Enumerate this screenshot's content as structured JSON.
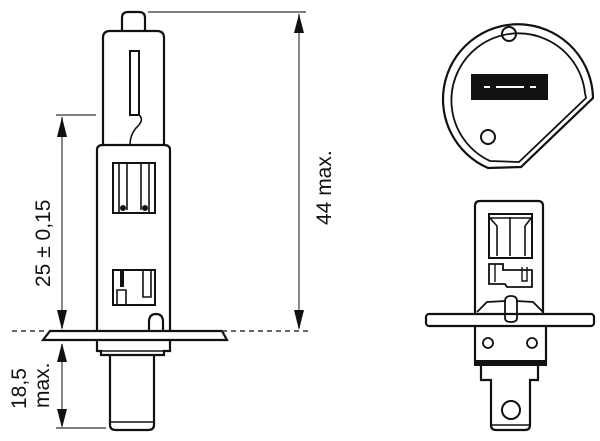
{
  "diagram": {
    "subject": "H1 halogen bulb dimensional drawing",
    "colors": {
      "line": "#111111",
      "dimension_line": "#6a6a6a",
      "background": "#ffffff"
    },
    "dimensions": {
      "light_center": {
        "label": "25 ± 0,15"
      },
      "overall_height": {
        "label": "44 max."
      },
      "base_length": {
        "label_value": "18,5",
        "label_suffix": "max."
      }
    },
    "views": [
      {
        "name": "side-view",
        "description": "Side view with dimensions"
      },
      {
        "name": "top-view",
        "description": "Top (end) view of flange"
      },
      {
        "name": "front-view",
        "description": "Front view of bulb base"
      }
    ]
  }
}
